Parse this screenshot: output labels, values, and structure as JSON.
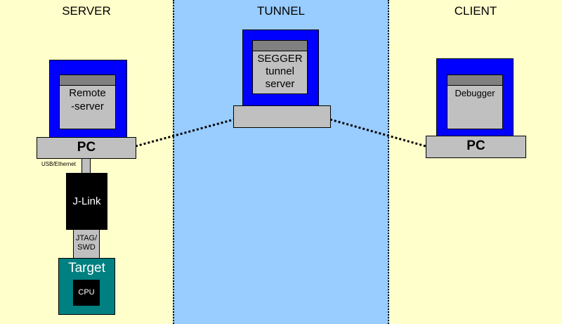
{
  "zones": {
    "server": "SERVER",
    "tunnel": "TUNNEL",
    "client": "CLIENT"
  },
  "server": {
    "screen_line1": "Remote",
    "screen_line2": "-server",
    "pc": "PC",
    "usb_label": "USB/Ethernet",
    "jlink": "J-Link",
    "jtag_line1": "JTAG/",
    "jtag_line2": "SWD",
    "target": "Target",
    "cpu": "CPU"
  },
  "tunnel": {
    "line1": "SEGGER",
    "line2": "tunnel",
    "line3": "server"
  },
  "client": {
    "screen": "Debugger",
    "pc": "PC"
  },
  "colors": {
    "yellow": "#FFFFCC",
    "blue_zone": "#99CCFF",
    "monitor": "#0000FF",
    "target": "#008080"
  }
}
